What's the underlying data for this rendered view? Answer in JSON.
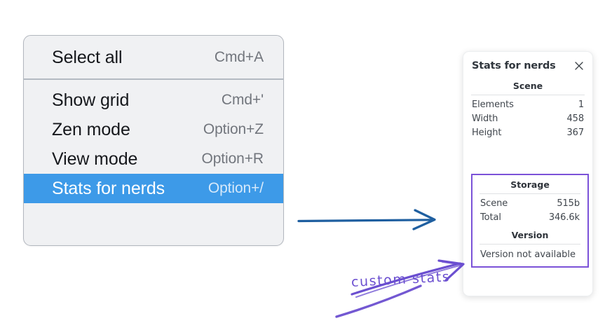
{
  "context_menu": {
    "groups": [
      {
        "items": [
          {
            "label": "Select all",
            "shortcut": "Cmd+A",
            "selected": false
          }
        ]
      },
      {
        "items": [
          {
            "label": "Show grid",
            "shortcut": "Cmd+'",
            "selected": false
          },
          {
            "label": "Zen mode",
            "shortcut": "Option+Z",
            "selected": false
          },
          {
            "label": "View mode",
            "shortcut": "Option+R",
            "selected": false
          },
          {
            "label": "Stats for nerds",
            "shortcut": "Option+/",
            "selected": true
          }
        ]
      }
    ],
    "highlight_color": "#3d9ae8",
    "background_color": "#f0f1f3"
  },
  "stats_panel": {
    "title": "Stats for nerds",
    "close_icon": "close-icon",
    "scene": {
      "heading": "Scene",
      "rows": [
        {
          "key": "Elements",
          "value": "1"
        },
        {
          "key": "Width",
          "value": "458"
        },
        {
          "key": "Height",
          "value": "367"
        }
      ]
    },
    "storage": {
      "heading": "Storage",
      "rows": [
        {
          "key": "Scene",
          "value": "515b"
        },
        {
          "key": "Total",
          "value": "346.6k"
        }
      ]
    },
    "version": {
      "heading": "Version",
      "text": "Version not available"
    },
    "highlight_color": "#7b52d8"
  },
  "annotations": {
    "blue_arrow": {
      "name": "blue-arrow",
      "color": "#1f5fa0"
    },
    "purple_note": {
      "text": "custom stats",
      "color": "#6b4fd0"
    }
  }
}
